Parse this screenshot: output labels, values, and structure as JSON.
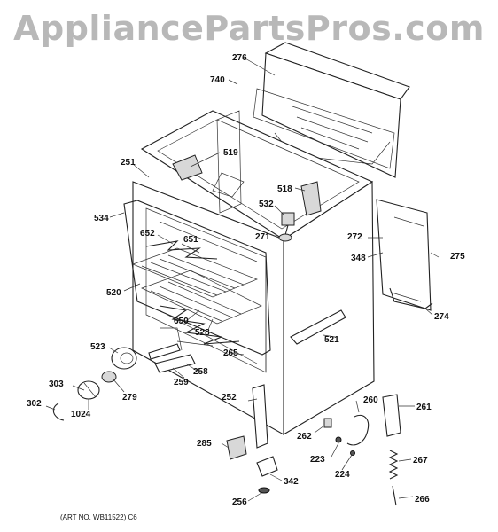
{
  "watermark": "AppliancePartsPros.com",
  "art_number": "(ART NO. WB11522) C6",
  "parts": {
    "p276": "276",
    "p740": "740",
    "p519": "519",
    "p251": "251",
    "p518": "518",
    "p532": "532",
    "p534": "534",
    "p652": "652",
    "p651": "651",
    "p271": "271",
    "p272": "272",
    "p348": "348",
    "p275": "275",
    "p520": "520",
    "p274": "274",
    "p650": "650",
    "p528": "528",
    "p521": "521",
    "p523": "523",
    "p265": "265",
    "p258": "258",
    "p259": "259",
    "p279": "279",
    "p303": "303",
    "p252": "252",
    "p260": "260",
    "p261": "261",
    "p302": "302",
    "p1024": "1024",
    "p262": "262",
    "p285": "285",
    "p223": "223",
    "p267": "267",
    "p224": "224",
    "p342": "342",
    "p256": "256",
    "p266": "266"
  }
}
